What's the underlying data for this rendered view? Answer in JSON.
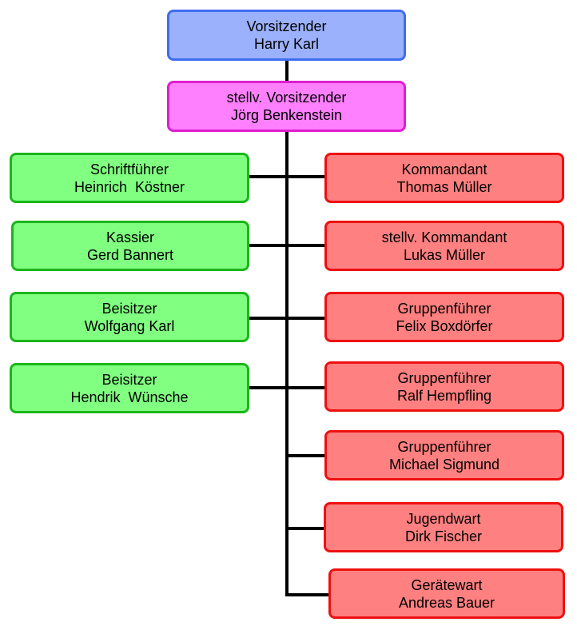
{
  "chairman": {
    "role": "Vorsitzender",
    "name": "Harry Karl"
  },
  "vice_chairman": {
    "role": "stellv. Vorsitzender",
    "name": "Jörg Benkenstein"
  },
  "left": [
    {
      "role": "Schriftführer",
      "name": "Heinrich  Köstner"
    },
    {
      "role": "Kassier",
      "name": "Gerd Bannert"
    },
    {
      "role": "Beisitzer",
      "name": "Wolfgang Karl"
    },
    {
      "role": "Beisitzer",
      "name": "Hendrik  Wünsche"
    }
  ],
  "right": [
    {
      "role": "Kommandant",
      "name": "Thomas Müller"
    },
    {
      "role": "stellv. Kommandant",
      "name": "Lukas Müller"
    },
    {
      "role": "Gruppenführer",
      "name": "Felix Boxdörfer"
    },
    {
      "role": "Gruppenführer",
      "name": "Ralf Hempfling"
    },
    {
      "role": "Gruppenführer",
      "name": "Michael Sigmund"
    },
    {
      "role": "Jugendwart",
      "name": "Dirk Fischer"
    },
    {
      "role": "Gerätewart",
      "name": "Andreas Bauer"
    }
  ],
  "colors": {
    "chairman_fill": "#9bb1fb",
    "chairman_border": "#3f6df0",
    "vice_fill": "#ff80ff",
    "vice_border": "#e01ecf",
    "left_fill": "#80ff80",
    "left_border": "#1bb61b",
    "right_fill": "#ff8080",
    "right_border": "#ee1111"
  }
}
